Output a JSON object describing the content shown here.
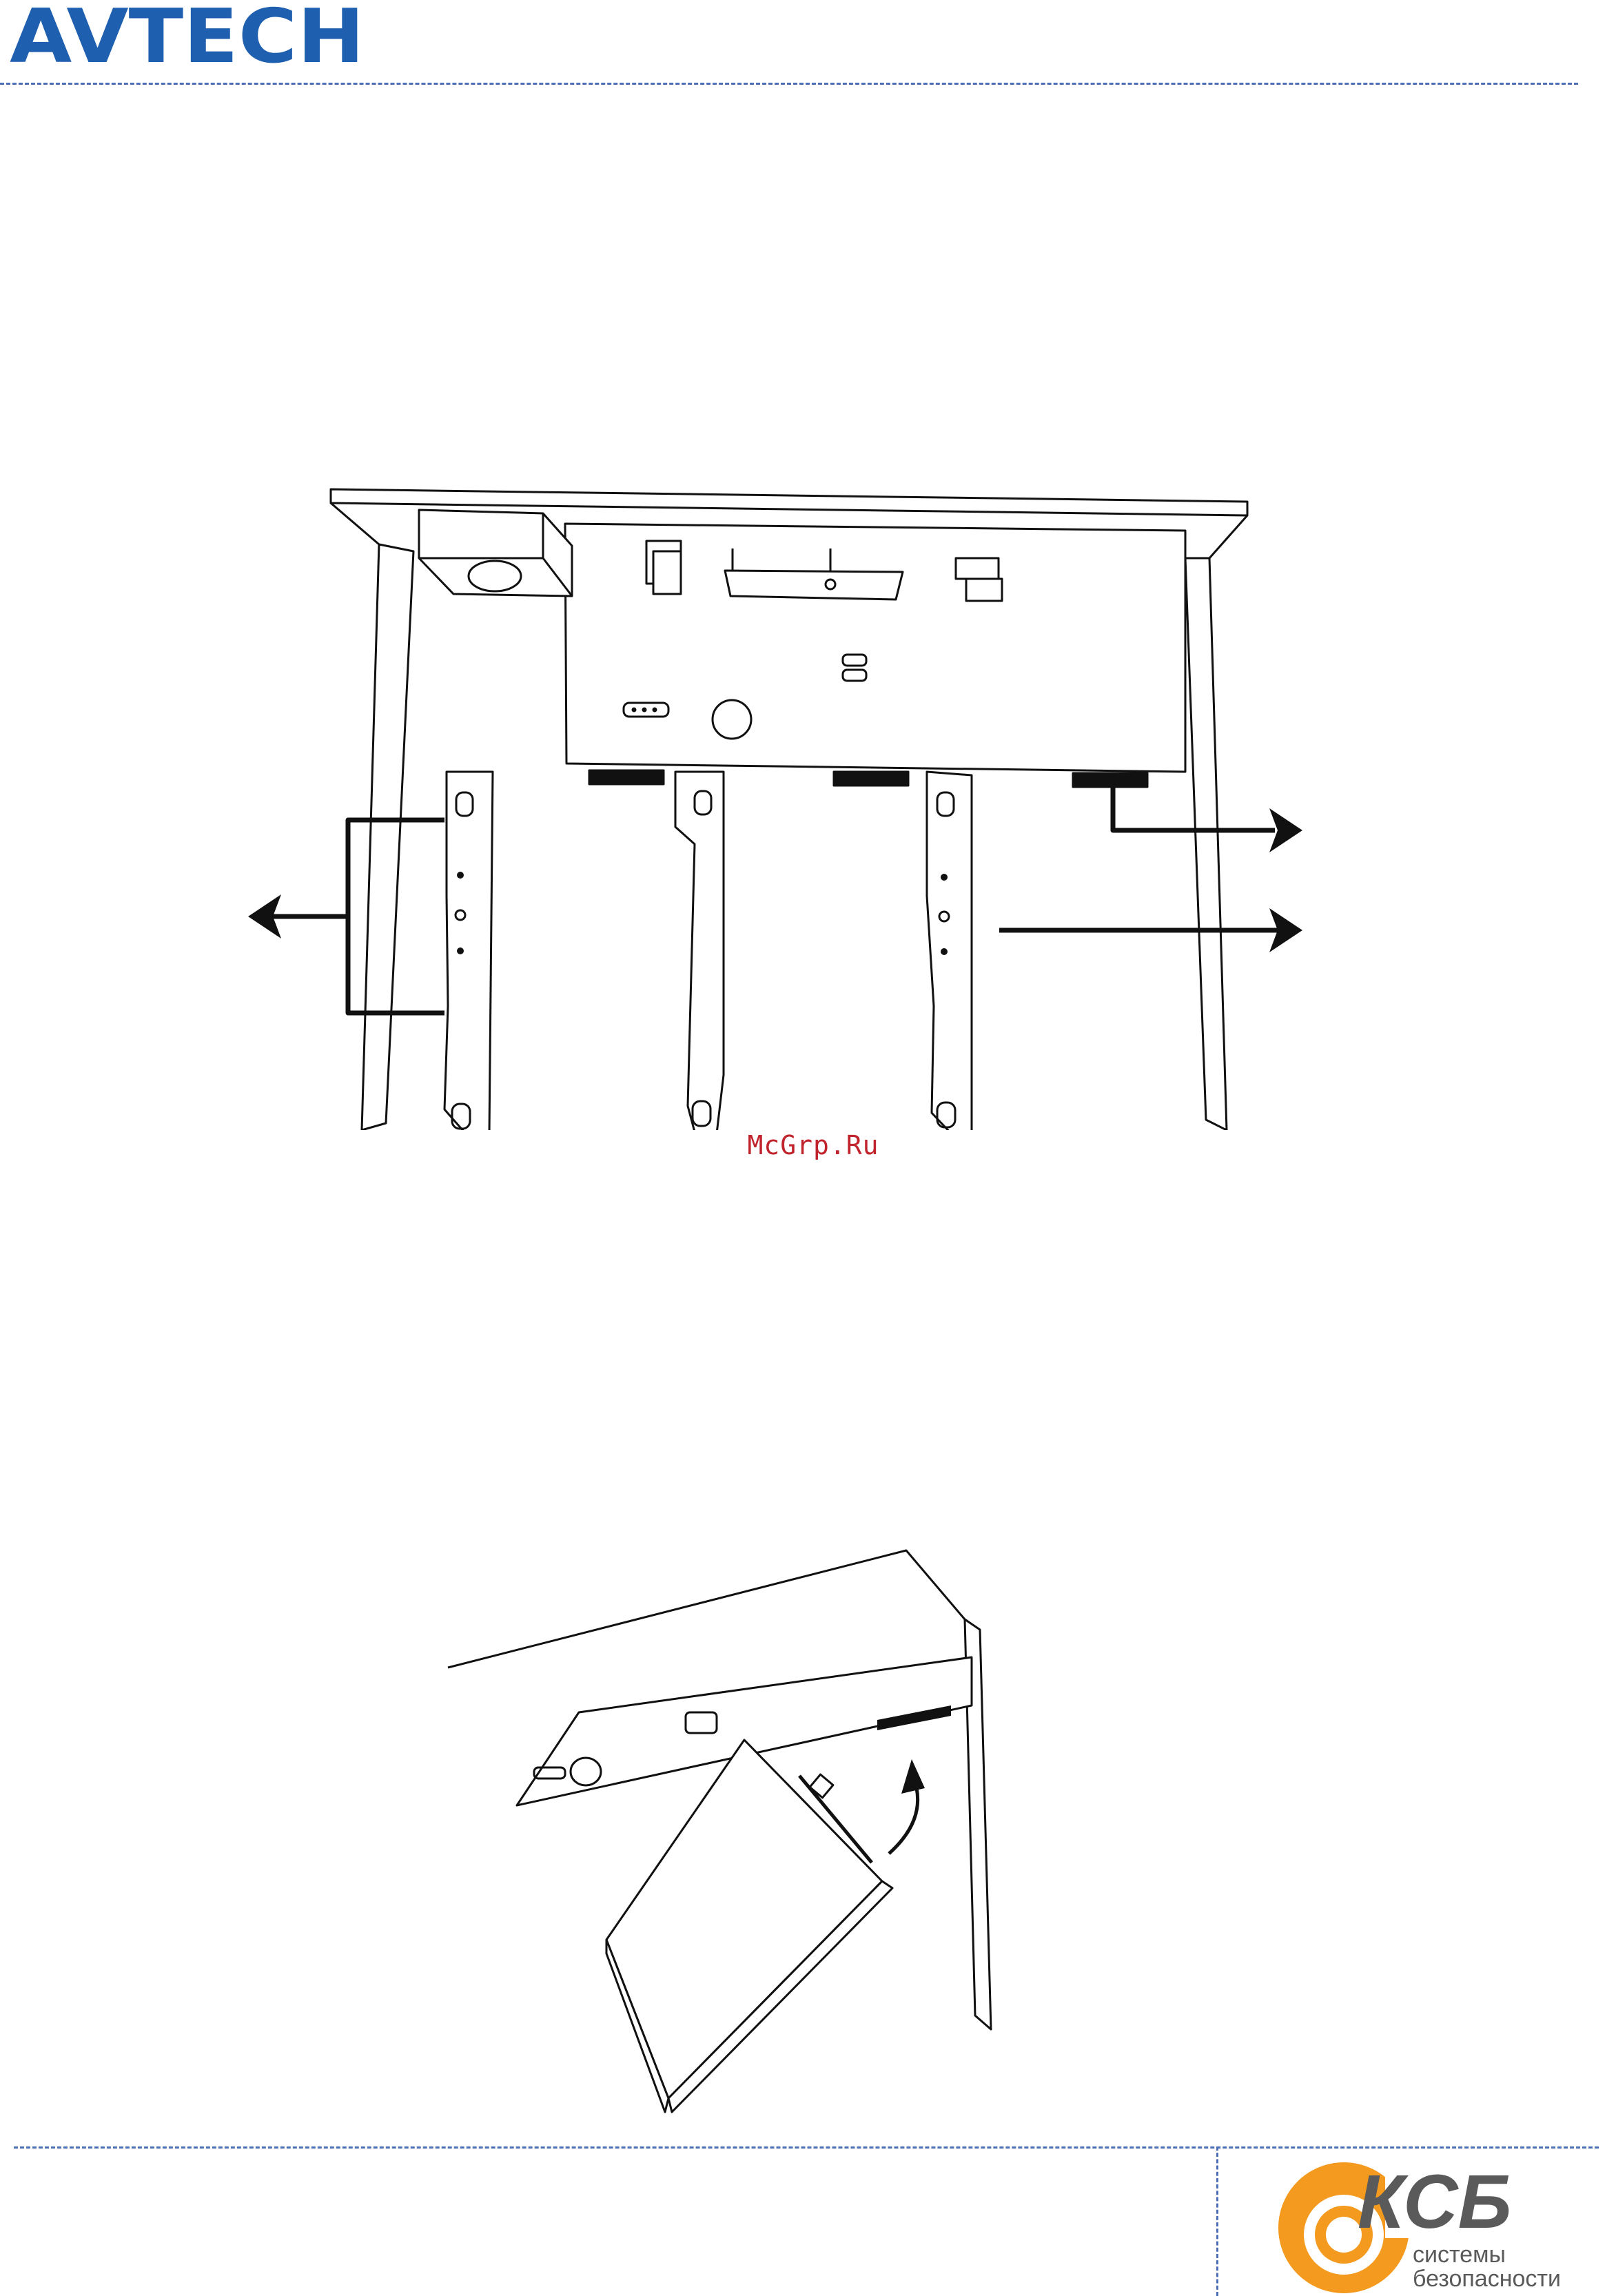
{
  "header": {
    "brand": "AVTECH",
    "brand_color": "#1f5fb0"
  },
  "figure_1": {
    "icon": "dvr-chassis-bracket-removal-illustration"
  },
  "figure_2": {
    "icon": "hard-disk-installation-illustration"
  },
  "watermark": {
    "text": "McGrp.Ru",
    "color": "#c0232b"
  },
  "footer": {
    "logo_mark": "КСБ",
    "logo_line1": "системы",
    "logo_line2": "безопасности",
    "logo_color": "#f39a1f",
    "text_color": "#5a5a5a"
  }
}
